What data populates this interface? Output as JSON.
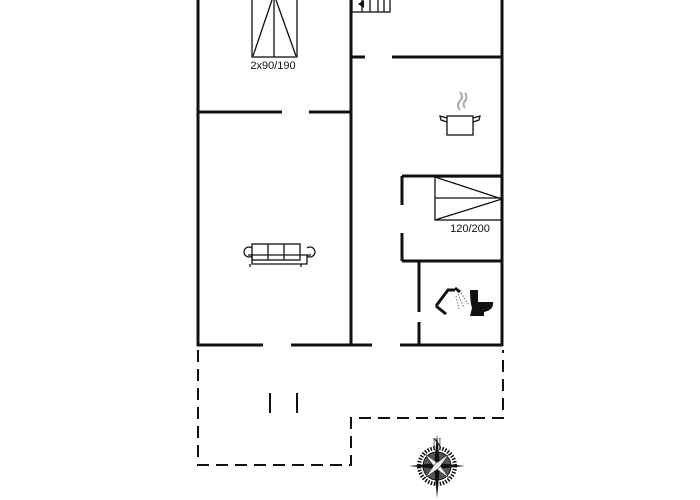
{
  "labels": {
    "bedroom_1_bed": "2x90/190",
    "bedroom_2_bed": "120/200"
  },
  "compass": {
    "north_label": "N"
  },
  "icons": [
    "bed-icon",
    "stairs-icon",
    "cooking-pot-icon",
    "sofa-icon",
    "shower-icon",
    "toilet-icon",
    "compass-rose-icon"
  ]
}
